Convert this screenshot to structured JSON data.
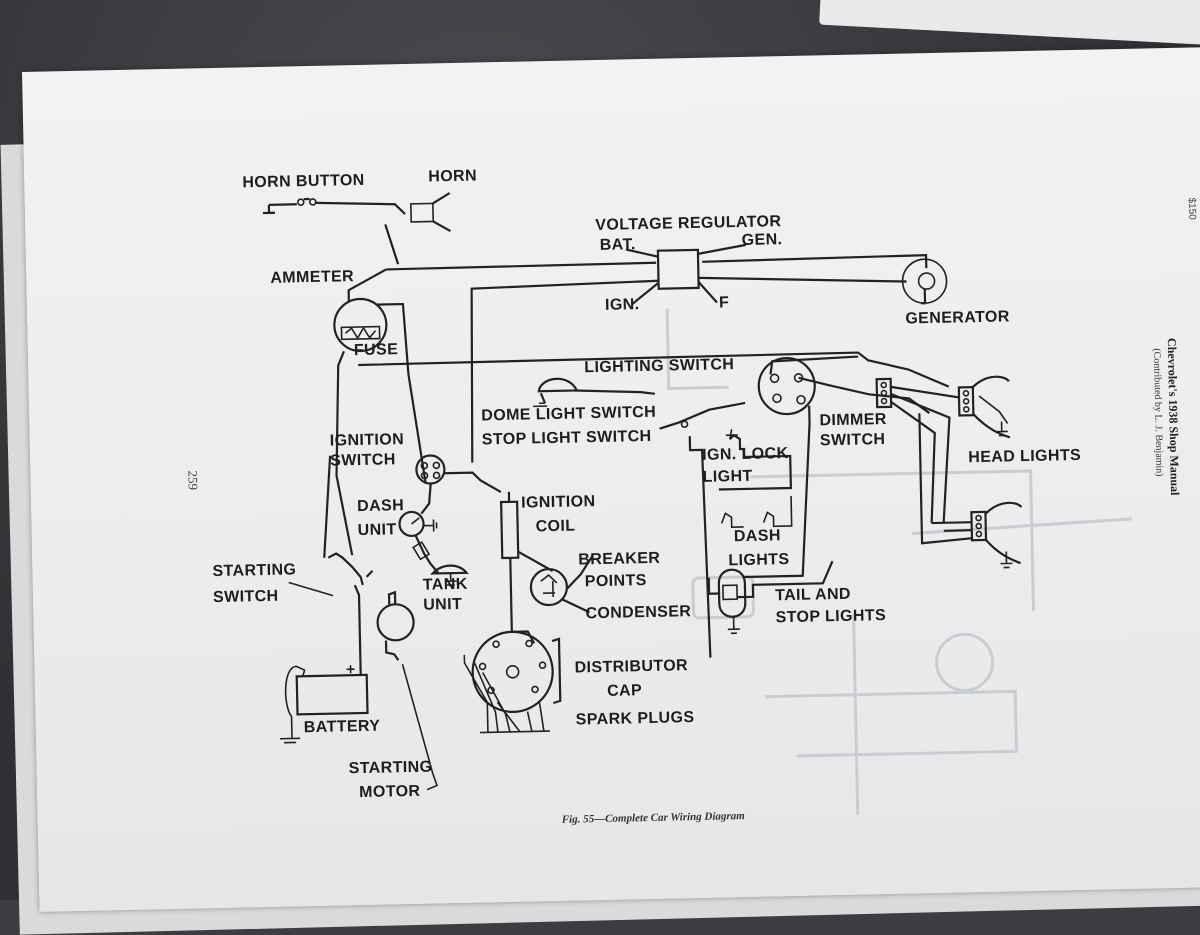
{
  "labels": {
    "horn_button": "HORN BUTTON",
    "horn": "HORN",
    "voltage_regulator": "VOLTAGE REGULATOR",
    "bat": "BAT.",
    "gen": "GEN.",
    "ign": "IGN.",
    "f": "F",
    "ammeter": "AMMETER",
    "generator": "GENERATOR",
    "fuse": "FUSE",
    "lighting_switch": "LIGHTING SWITCH",
    "dome_light_switch": "DOME LIGHT SWITCH",
    "stop_light_switch": "STOP LIGHT SWITCH",
    "ignition_switch_1": "IGNITION",
    "ignition_switch_2": "SWITCH",
    "dimmer_1": "DIMMER",
    "dimmer_2": "SWITCH",
    "ign_lock_1": "IGN. LOCK",
    "ign_lock_2": "LIGHT",
    "head_lights": "HEAD LIGHTS",
    "dash_1": "DASH",
    "dash_2": "UNIT",
    "ignition_coil_1": "IGNITION",
    "ignition_coil_2": "COIL",
    "breaker_1": "BREAKER",
    "breaker_2": "POINTS",
    "dash_lights_1": "DASH",
    "dash_lights_2": "LIGHTS",
    "starting_switch_1": "STARTING",
    "starting_switch_2": "SWITCH",
    "tank_1": "TANK",
    "tank_2": "UNIT",
    "condenser": "CONDENSER",
    "tail_1": "TAIL AND",
    "tail_2": "STOP LIGHTS",
    "distributor_1": "DISTRIBUTOR",
    "distributor_2": "CAP",
    "spark_plugs": "SPARK PLUGS",
    "battery": "BATTERY",
    "starting_motor_1": "STARTING",
    "starting_motor_2": "MOTOR"
  },
  "caption": "Fig. 55—Complete Car Wiring Diagram",
  "page_number": "259",
  "sidebar": {
    "title": "Chevrolet's 1938 Shop Manual",
    "credit": "(Contributed by L. J. Benjamin)",
    "price": "$150"
  }
}
